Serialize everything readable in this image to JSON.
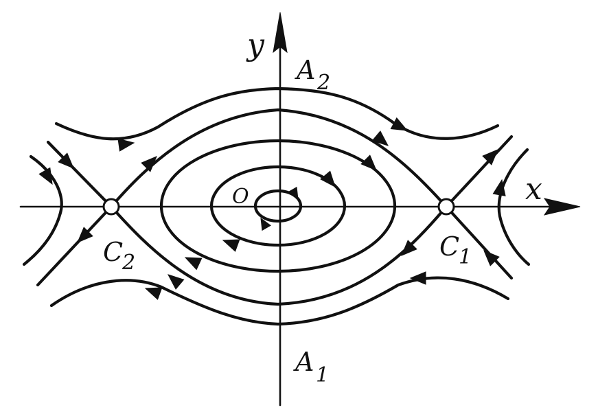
{
  "labels": {
    "y_axis": "y",
    "x_axis": "x",
    "origin": "O",
    "a2": "A",
    "a2_sub": "2",
    "a1": "A",
    "a1_sub": "1",
    "c2": "C",
    "c2_sub": "2",
    "c1": "C",
    "c1_sub": "1"
  },
  "colors": {
    "ink": "#111111",
    "paper": "#ffffff"
  },
  "icons": {
    "saddle_point": "hollow-circle",
    "flow_direction": "triangle-arrowhead"
  }
}
